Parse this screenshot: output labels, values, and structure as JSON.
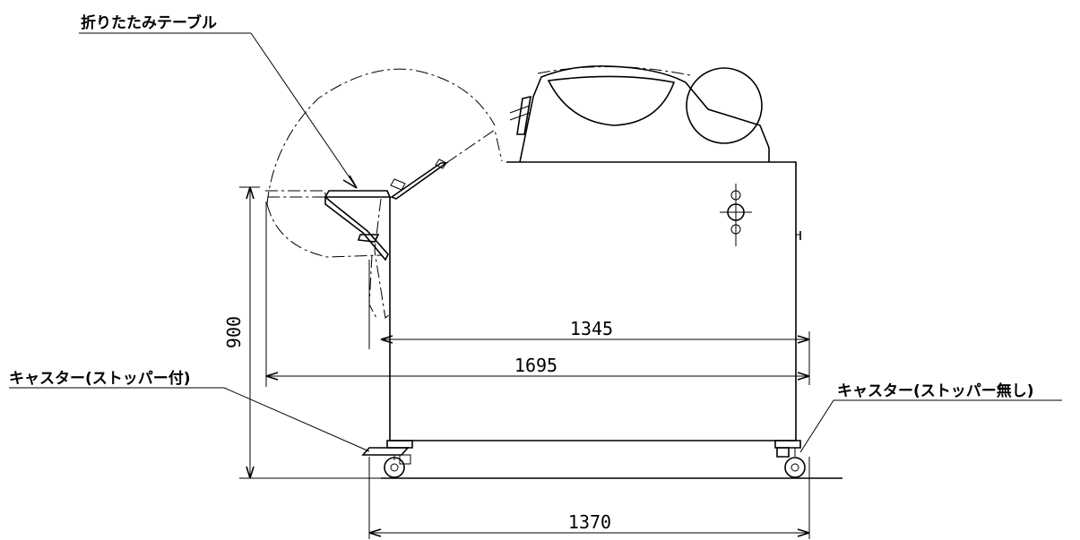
{
  "labels": {
    "folding_table": "折りたたみテーブル",
    "caster_with_stopper": "キャスター(ストッパー付)",
    "caster_without_stopper": "キャスター(ストッパー無し)"
  },
  "dimensions": {
    "height": "900",
    "body_length": "1345",
    "total_length": "1695",
    "wheelbase": "1370"
  }
}
